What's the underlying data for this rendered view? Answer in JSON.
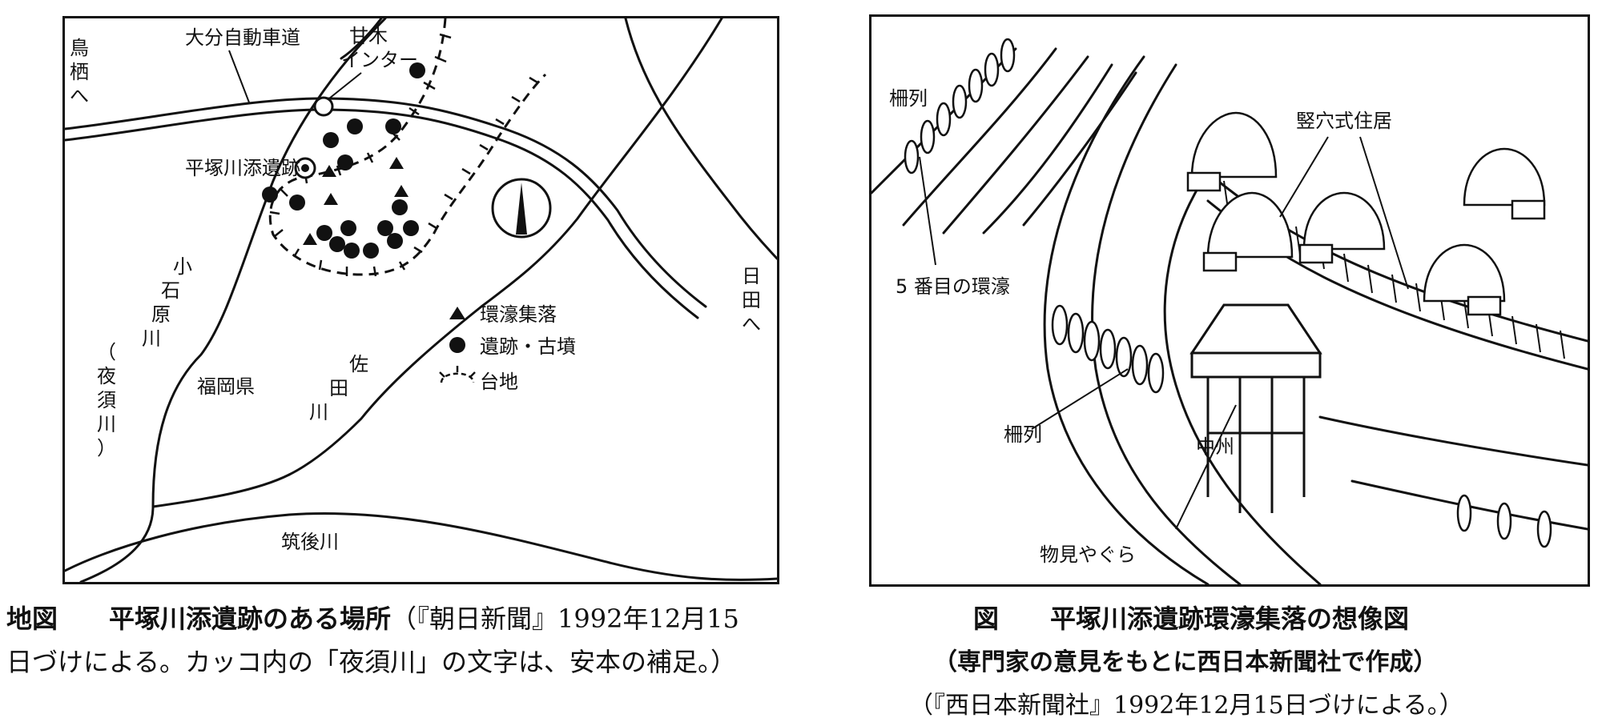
{
  "map": {
    "labels": {
      "expressway": "大分自動車道",
      "amagi_ic": [
        "甘木",
        "インター"
      ],
      "torisu": [
        "鳥",
        "栖",
        "へ"
      ],
      "site": "平塚川添遺跡",
      "koishiwara": [
        "小",
        "石",
        "原",
        "川"
      ],
      "yasu_vertical": [
        "（",
        "夜",
        "須",
        "川",
        "）"
      ],
      "fukuoka": "福岡県",
      "sada": [
        "佐",
        "田",
        "川"
      ],
      "hita": [
        "日",
        "田",
        "へ"
      ],
      "chikugo": "筑後川"
    },
    "legend": [
      {
        "symbol": "triangle",
        "label": "環濠集落"
      },
      {
        "symbol": "dot",
        "label": "遺跡・古墳"
      },
      {
        "symbol": "hachure",
        "label": "台地"
      }
    ]
  },
  "illustration": {
    "labels": {
      "fence_top": "柵列",
      "moat5": "5 番目の環濠",
      "dwellings": "竪穴式住居",
      "fence_mid": "柵列",
      "island": "中州",
      "tower": "物見やぐら"
    }
  },
  "captions": {
    "map_title": "地図　　平塚川添遺跡のある場所",
    "map_source": "（『朝日新聞』1992年12月15",
    "map_note": "日づけによる。カッコ内の「夜須川」の文字は、安本の補足。）",
    "ill_title": "図　　平塚川添遺跡環濠集落の想像図",
    "ill_sub": "（専門家の意見をもとに西日本新聞社で作成）",
    "ill_source": "（『西日本新聞社』1992年12月15日づけによる。）"
  },
  "colors": {
    "ink": "#111111",
    "paper": "#ffffff"
  }
}
